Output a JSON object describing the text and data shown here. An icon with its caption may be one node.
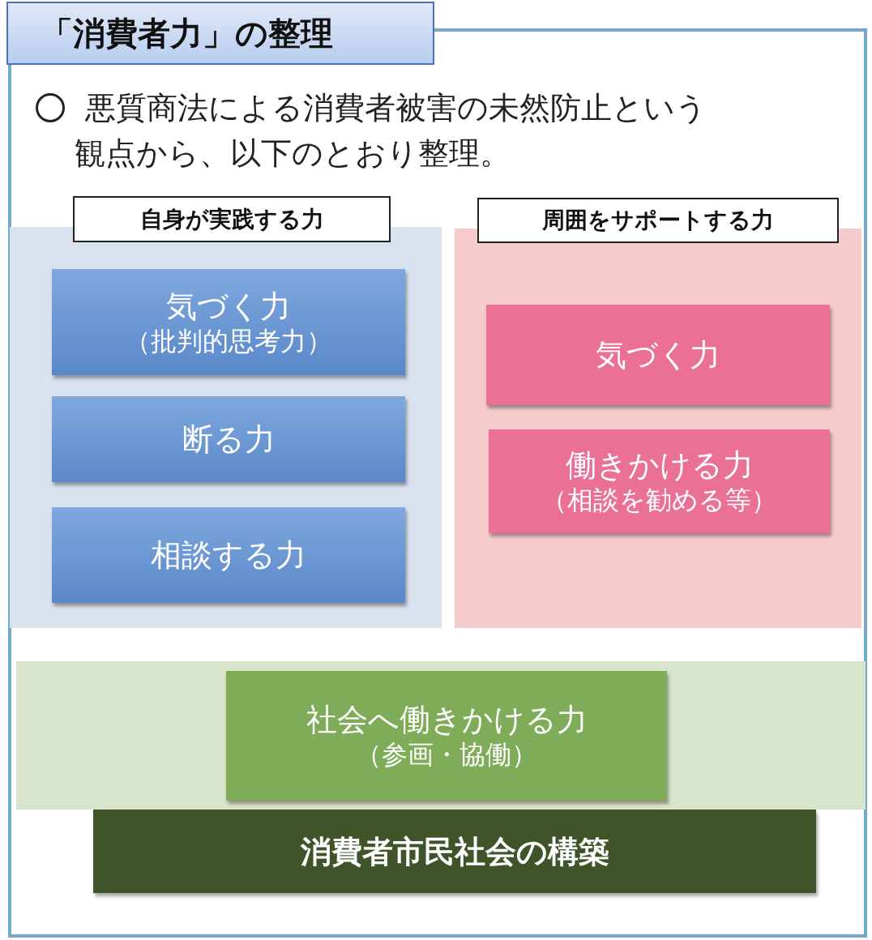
{
  "diagram": {
    "title": "「消費者力」の整理",
    "nodes": [
      {
        "text": [
          "自身が実践する力"
        ]
      },
      {
        "text": [
          "気づく力",
          "（批判的思考力）"
        ],
        "in": 0
      },
      {
        "text": [
          "断る力"
        ],
        "in": 0
      },
      {
        "text": [
          "相談する力"
        ],
        "in": 0
      },
      {
        "text": [
          "周囲をサポートする力"
        ]
      },
      {
        "text": [
          "気づく力"
        ],
        "in": 4
      },
      {
        "text": [
          "働きかける力",
          "（相談を勧める等）"
        ],
        "in": 4
      },
      {
        "text": [],
        "shape": "box"
      },
      {
        "text": [
          "社会へ働きかける力",
          "（参画・協働）"
        ],
        "in": 7
      },
      {
        "text": [
          "消費者市民社会の構築"
        ]
      }
    ],
    "labels": [
      "悪質商法による消費者被害の未然防止という観点から、以下のとおり整理。"
    ]
  }
}
